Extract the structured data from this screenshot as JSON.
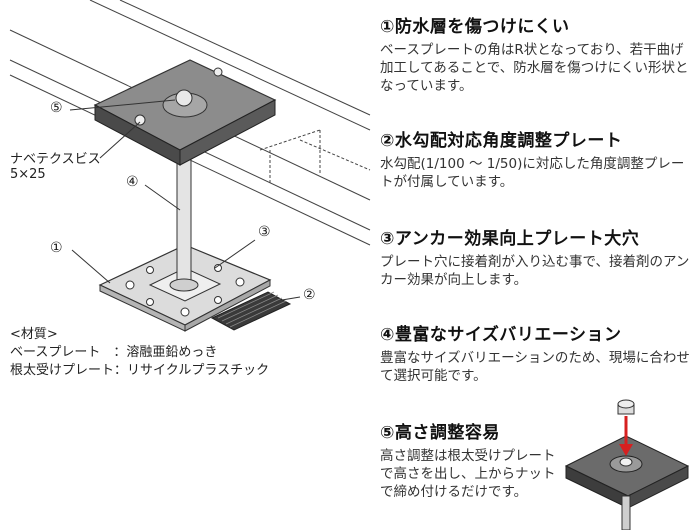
{
  "callouts": {
    "n5": "⑤",
    "screw_name": "ナベテクスビス",
    "screw_size": "5×25",
    "n4": "④",
    "n3": "③",
    "n1": "①",
    "n2": "②"
  },
  "materials": {
    "heading": "<材質>",
    "base_plate": "ベースプレート　：溶融亜鉛めっき",
    "joist_plate": "根太受けプレート：リサイクルプラスチック"
  },
  "features": [
    {
      "title": "①防水層を傷つけにくい",
      "body": "ベースプレートの角はR状となっており、若干曲げ加工してあることで、防水層を傷つけにくい形状となっています。"
    },
    {
      "title": "②水勾配対応角度調整プレート",
      "body": "水勾配(1/100 ～ 1/50)に対応した角度調整プレートが付属しています。"
    },
    {
      "title": "③アンカー効果向上プレート大穴",
      "body": "プレート穴に接着剤が入り込む事で、接着剤のアンカー効果が向上します。"
    },
    {
      "title": "④豊富なサイズバリエーション",
      "body": "豊富なサイズバリエーションのため、現場に合わせて選択可能です。"
    },
    {
      "title": "⑤高さ調整容易",
      "body": "高さ調整は根太受けプレートで高さを出し、上からナットで締め付けるだけです。"
    }
  ],
  "colors": {
    "plate_gray": "#8c8c8c",
    "plate_dark": "#4a4a4a",
    "base_steel": "#d9d9d9",
    "arrow_red": "#d62020"
  }
}
